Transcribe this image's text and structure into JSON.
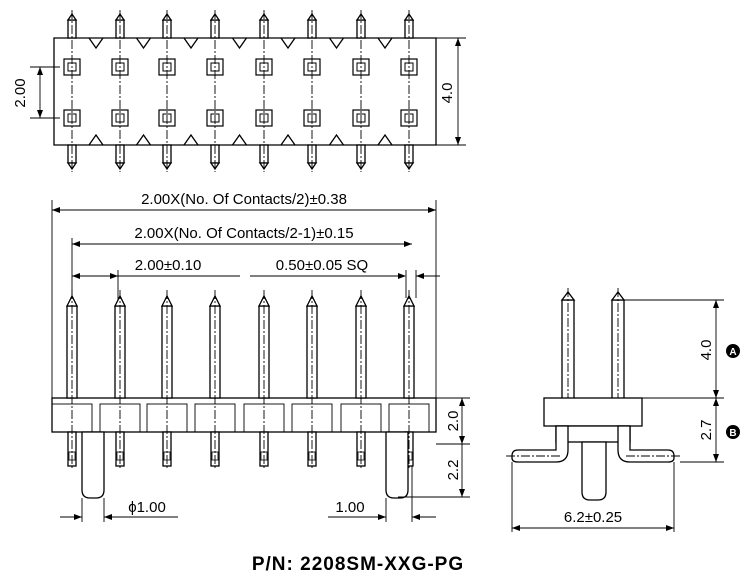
{
  "part_number": "P/N: 2208SM-XXG-PG",
  "top_view": {
    "dim_row_pitch": "2.00",
    "dim_body_width": "4.0"
  },
  "front_view": {
    "dim_overall": "2.00X(No. Of Contacts/2)±0.38",
    "dim_span": "2.00X(No. Of Contacts/2-1)±0.15",
    "dim_pitch": "2.00±0.10",
    "dim_pin_square": "0.50±0.05 SQ",
    "dim_body_height": "2.0",
    "dim_tail_length": "2.2",
    "dim_peg_diameter": "ϕ1.00",
    "dim_peg_offset": "1.00"
  },
  "side_view": {
    "dim_pin_length": "4.0",
    "dim_insulator": "2.7",
    "dim_foot_width": "6.2±0.25",
    "callout_a": "A",
    "callout_b": "B"
  }
}
